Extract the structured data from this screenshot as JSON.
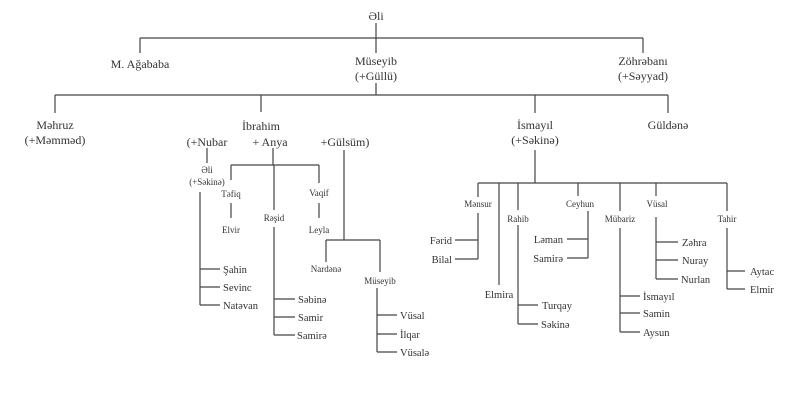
{
  "root": "Əli",
  "gen1": {
    "agababa": "M. Ağababa",
    "museyib": "Müseyib",
    "museyib_spouse": "(+Güllü)",
    "zohrabani": "Zöhrəbanı",
    "zohrabani_spouse": "(+Səyyad)"
  },
  "gen2": {
    "mahruz": "Məhruz",
    "mahruz_spouse": "(+Məmməd)",
    "ibrahim": "İbrahim",
    "ibrahim_spouse1": "(+Nubar",
    "ibrahim_spouse2": "+ Anya",
    "ibrahim_spouse3": "+Gülsüm)",
    "ismayil": "İsmayıl",
    "ismayil_spouse": "(+Səkinə)",
    "guldana": "Güldənə"
  },
  "nubar_line": {
    "ali": "Əli",
    "ali_spouse": "(+Səkinə)",
    "children": [
      "Şahin",
      "Sevinc",
      "Natəvan"
    ]
  },
  "anya_line": {
    "tofiq": "Təfiq",
    "tofiq_child": "Elvir",
    "rashid": "Rəşid",
    "rashid_children": [
      "Səbinə",
      "Samir",
      "Samirə"
    ],
    "vaqif": "Vaqif",
    "vaqif_child": "Leyla"
  },
  "gulsum_line": {
    "nardana": "Nardənə",
    "museyib": "Müseyib",
    "museyib_children": [
      "Vüsal",
      "İlqar",
      "Vüsalə"
    ]
  },
  "ismayil_line": {
    "mansur": "Mənsur",
    "mansur_children": [
      "Fərid",
      "Bilal"
    ],
    "elmira": "Elmira",
    "rahib": "Rahib",
    "rahib_children": [
      "Turqay",
      "Səkinə"
    ],
    "ceyhun": "Ceyhun",
    "ceyhun_children": [
      "Ləman",
      "Samirə"
    ],
    "mubariz": "Mübariz",
    "mubariz_children": [
      "İsmayıl",
      "Samin",
      "Aysun"
    ],
    "vusal": "Vüsal",
    "vusal_children": [
      "Zəhra",
      "Nuray",
      "Nurlan"
    ],
    "tahir": "Tahir",
    "tahir_children": [
      "Aytac",
      "Elmir"
    ]
  }
}
